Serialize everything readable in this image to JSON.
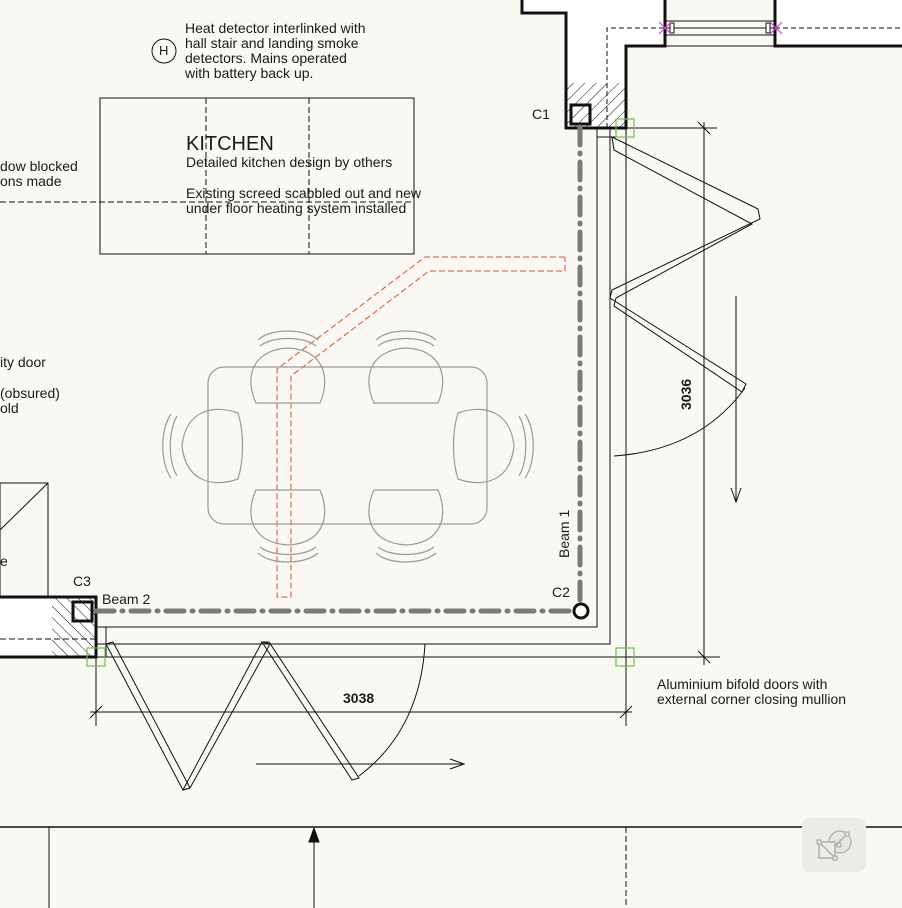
{
  "notes": {
    "heat_detector_symbol": "H",
    "heat_detector": "Heat detector interlinked with\nhall stair and landing smoke\ndetectors. Mains operated\nwith battery back up.",
    "window_blocked": "dow blocked\nons made",
    "utility_door": "ity door",
    "obscured": "(obsured)\nold",
    "left_cut": "e",
    "bifold": "Aluminium bifold doors with\nexternal corner closing mullion"
  },
  "room": {
    "name": "KITCHEN",
    "line1": "Detailed kitchen design by others",
    "line2": "Existing screed scabbled out and new\nunder floor heating system installed"
  },
  "structure": {
    "c1": "C1",
    "c2": "C2",
    "c3": "C3",
    "beam1": "Beam 1",
    "beam2": "Beam 2"
  },
  "dimensions": {
    "vertical": "3036",
    "horizontal": "3038"
  },
  "colors": {
    "background": "#f9f8f2",
    "line": "#111111",
    "beam": "#7a7a7a",
    "heating_pipe": "#e0502e",
    "snap_marker": "#6cc04a",
    "window_marker": "#e040e0",
    "furniture": "#9a9a9a"
  },
  "toolbar": {
    "snap_tool_icon": "snap-geometry-icon"
  }
}
